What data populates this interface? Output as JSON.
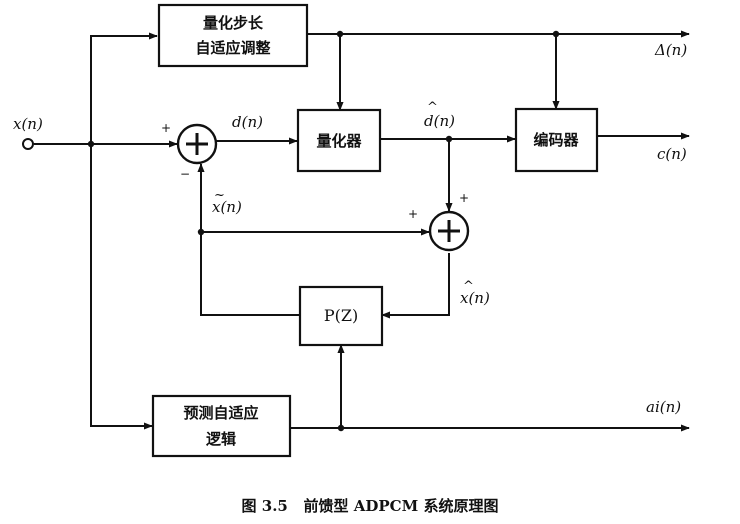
{
  "blocks": {
    "step_adapt_line1": "量化步长",
    "step_adapt_line2": "自适应调整",
    "quantizer": "量化器",
    "encoder": "编码器",
    "predictor": "P(Z)",
    "pred_adapt_line1": "预测自适应",
    "pred_adapt_line2": "逻辑"
  },
  "signals": {
    "input": "x(n)",
    "error": "d(n)",
    "quantized_error": "d(n)",
    "quantized_error_hat": "^",
    "prediction": "x(n)",
    "prediction_tilde": "~",
    "reconstructed": "x(n)",
    "reconstructed_hat": "^",
    "step_out": "Δ(n)",
    "code_out": "c(n)",
    "coef_out": "ai(n)"
  },
  "signs": {
    "sum1_plus": "+",
    "sum1_minus": "−",
    "sum2_top": "+",
    "sum2_left": "+"
  },
  "caption": "图 3.5   前馈型 ADPCM 系统原理图"
}
